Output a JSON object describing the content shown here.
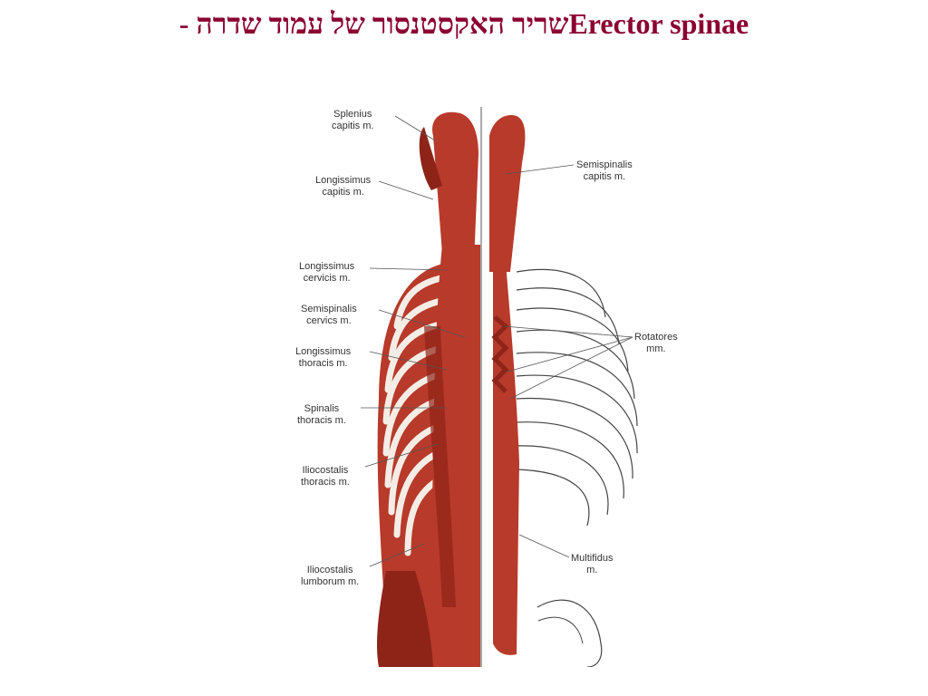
{
  "title": {
    "latin": "Erector spinae",
    "hebrew": "שריר האקסטנסור של עמוד שדרה",
    "separator": "-"
  },
  "labels_left": [
    {
      "line1": "Splenius",
      "line2": "capitis m."
    },
    {
      "line1": "Longissimus",
      "line2": "capitis m."
    },
    {
      "line1": "Longissimus",
      "line2": "cervicis m."
    },
    {
      "line1": "Semispinalis",
      "line2": "cervics m."
    },
    {
      "line1": "Longissimus",
      "line2": "thoracis m."
    },
    {
      "line1": "Spinalis",
      "line2": "thoracis m."
    },
    {
      "line1": "Iliocostalis",
      "line2": "thoracis m."
    },
    {
      "line1": "Iliocostalis",
      "line2": "lumborum m."
    }
  ],
  "labels_right": [
    {
      "line1": "Semispinalis",
      "line2": "capitis m."
    },
    {
      "line1": "Rotatores",
      "line2": "mm."
    },
    {
      "line1": "Multifidus",
      "line2": "m."
    }
  ],
  "colors": {
    "title": "#8b0030",
    "muscle": "#b83a2a",
    "muscle_dark": "#8e2418",
    "bone_line": "#444444"
  }
}
